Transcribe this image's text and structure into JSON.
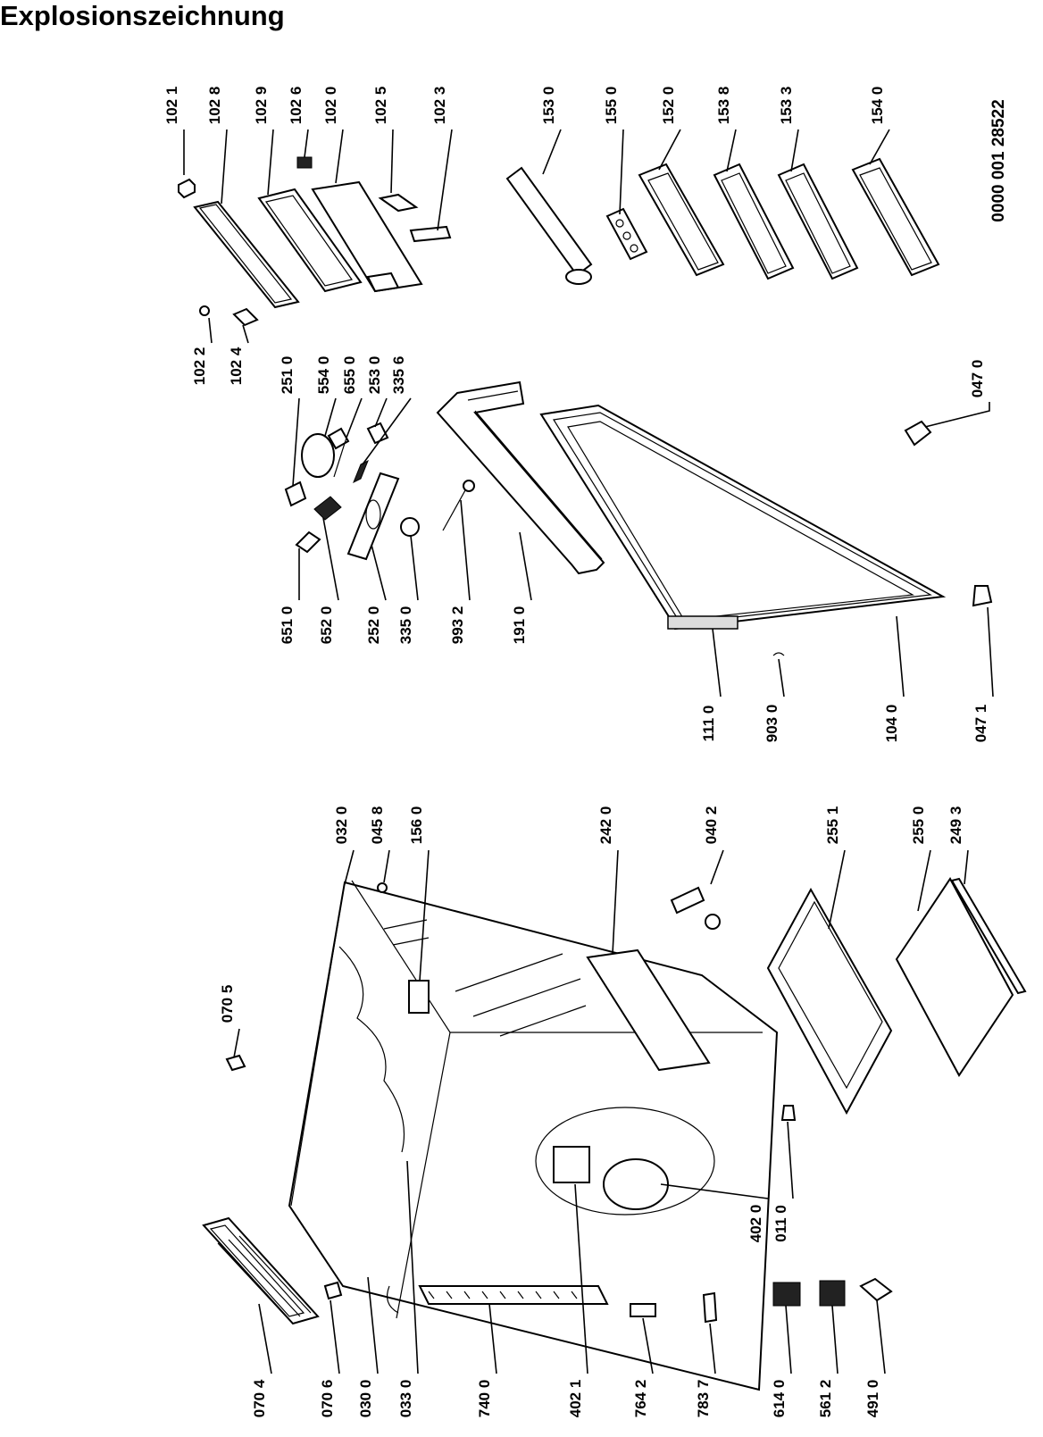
{
  "title": "Explosionszeichnung",
  "document_number": "0000 001 28522",
  "callouts": [
    {
      "id": "1021",
      "text": "102 1"
    },
    {
      "id": "1028",
      "text": "102 8"
    },
    {
      "id": "1029",
      "text": "102 9"
    },
    {
      "id": "1026",
      "text": "102 6"
    },
    {
      "id": "1020",
      "text": "102 0"
    },
    {
      "id": "1025",
      "text": "102 5"
    },
    {
      "id": "1023",
      "text": "102 3"
    },
    {
      "id": "1022",
      "text": "102 2"
    },
    {
      "id": "1024",
      "text": "102 4"
    },
    {
      "id": "1530",
      "text": "153 0"
    },
    {
      "id": "1550",
      "text": "155 0"
    },
    {
      "id": "1520",
      "text": "152 0"
    },
    {
      "id": "1538",
      "text": "153 8"
    },
    {
      "id": "1533",
      "text": "153 3"
    },
    {
      "id": "1540",
      "text": "154 0"
    },
    {
      "id": "2510",
      "text": "251 0"
    },
    {
      "id": "5540",
      "text": "554 0"
    },
    {
      "id": "6550",
      "text": "655 0"
    },
    {
      "id": "2530",
      "text": "253 0"
    },
    {
      "id": "3356",
      "text": "335 6"
    },
    {
      "id": "6510",
      "text": "651 0"
    },
    {
      "id": "6520",
      "text": "652 0"
    },
    {
      "id": "2520",
      "text": "252 0"
    },
    {
      "id": "3350",
      "text": "335 0"
    },
    {
      "id": "9932",
      "text": "993 2"
    },
    {
      "id": "1910",
      "text": "191 0"
    },
    {
      "id": "1110",
      "text": "111 0"
    },
    {
      "id": "9030",
      "text": "903 0"
    },
    {
      "id": "1040",
      "text": "104 0"
    },
    {
      "id": "0471",
      "text": "047 1"
    },
    {
      "id": "0470",
      "text": "047 0"
    },
    {
      "id": "0320",
      "text": "032 0"
    },
    {
      "id": "0458",
      "text": "045 8"
    },
    {
      "id": "1560",
      "text": "156 0"
    },
    {
      "id": "2420",
      "text": "242 0"
    },
    {
      "id": "0402",
      "text": "040 2"
    },
    {
      "id": "2551",
      "text": "255 1"
    },
    {
      "id": "2550",
      "text": "255 0"
    },
    {
      "id": "2493",
      "text": "249 3"
    },
    {
      "id": "0705",
      "text": "070 5"
    },
    {
      "id": "4020",
      "text": "402 0"
    },
    {
      "id": "0110",
      "text": "011 0"
    },
    {
      "id": "0704",
      "text": "070 4"
    },
    {
      "id": "0706",
      "text": "070 6"
    },
    {
      "id": "0300",
      "text": "030 0"
    },
    {
      "id": "0330",
      "text": "033 0"
    },
    {
      "id": "7400",
      "text": "740 0"
    },
    {
      "id": "4021",
      "text": "402 1"
    },
    {
      "id": "7642",
      "text": "764 2"
    },
    {
      "id": "7837",
      "text": "783 7"
    },
    {
      "id": "6140",
      "text": "614 0"
    },
    {
      "id": "5612",
      "text": "561 2"
    },
    {
      "id": "4910",
      "text": "491 0"
    }
  ]
}
